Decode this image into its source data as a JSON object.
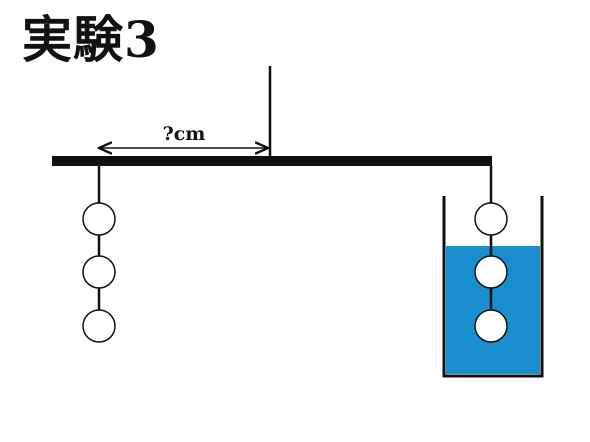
{
  "title": "実験3",
  "distance_label": "?cm",
  "colors": {
    "ink": "#111111",
    "water": "#1a8fcf",
    "ball_fill": "#ffffff"
  },
  "left_weights": {
    "ball_count": 3
  },
  "right_weights": {
    "ball_count": 3,
    "submerged": true
  }
}
